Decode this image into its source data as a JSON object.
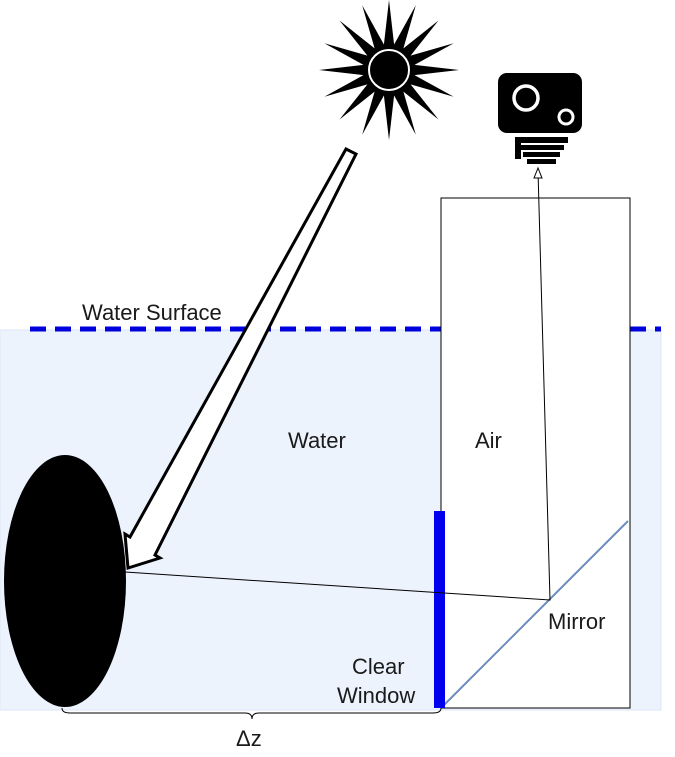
{
  "labels": {
    "water_surface": "Water Surface",
    "water": "Water",
    "air": "Air",
    "mirror": "Mirror",
    "clear_window_line1": "Clear",
    "clear_window_line2": "Window",
    "delta_z": "Δz"
  },
  "colors": {
    "water_fill": "#edf3fd",
    "surface_line": "#0000dd",
    "window": "#0000ee",
    "mirror": "#6c8ebf",
    "ink": "#000000"
  },
  "icons": [
    "sun-icon",
    "camera-icon"
  ]
}
